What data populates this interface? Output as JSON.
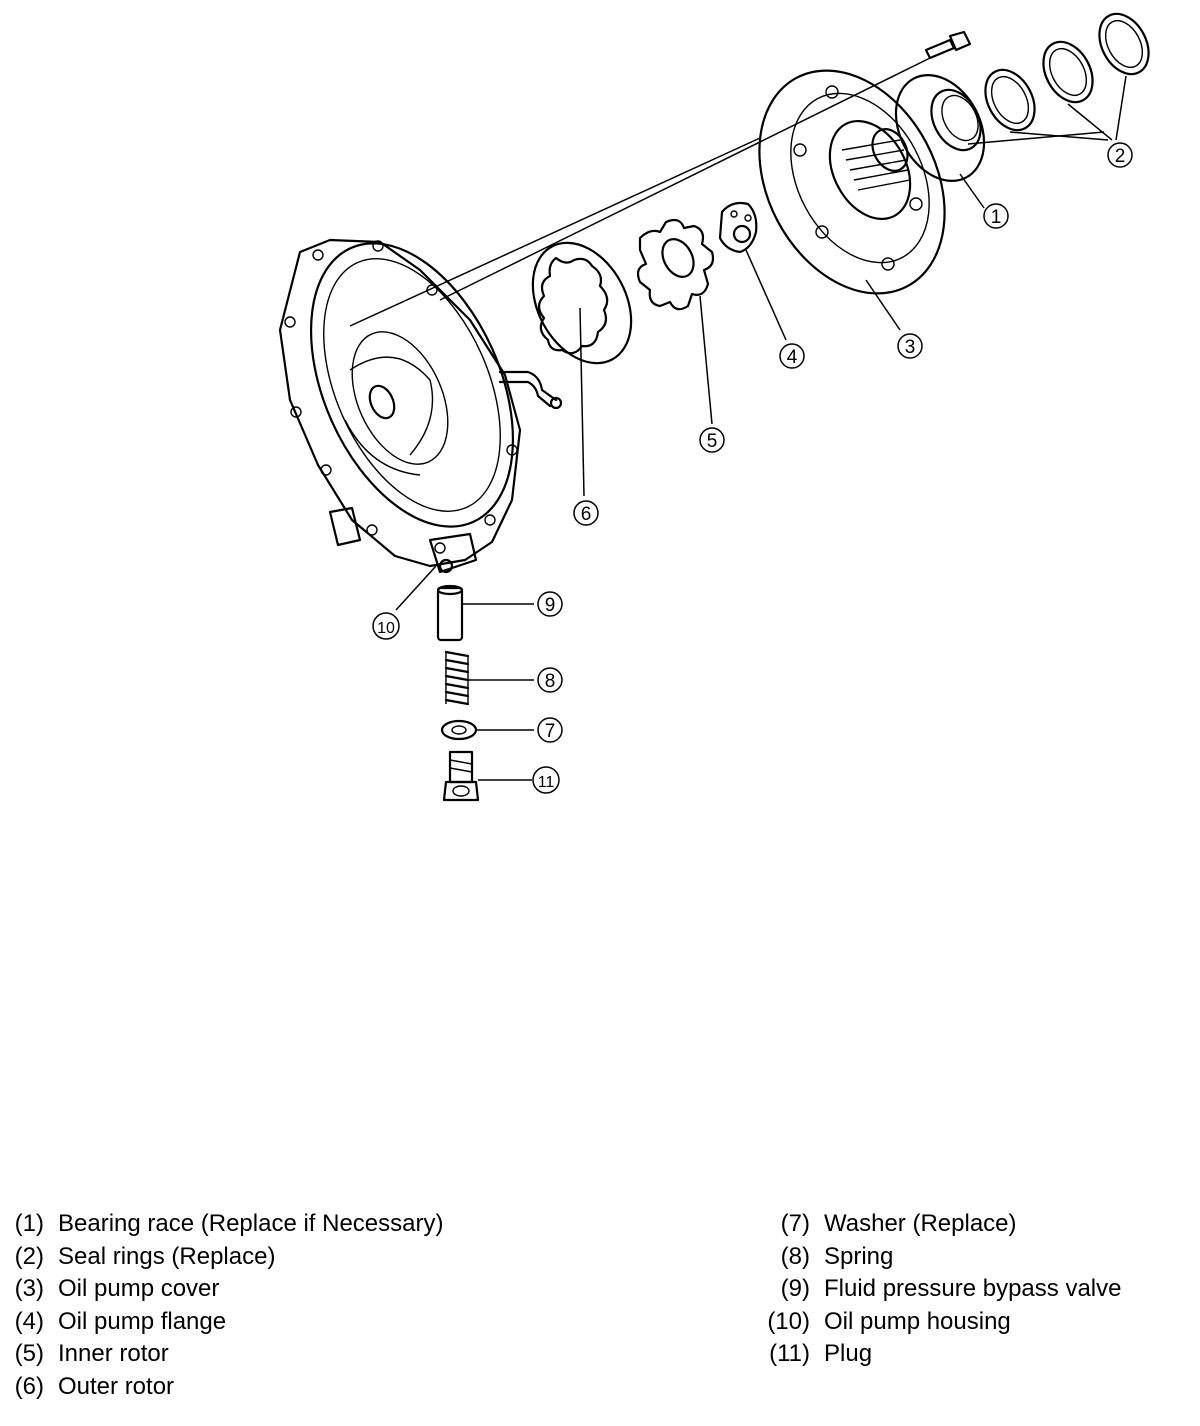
{
  "callouts": [
    "1",
    "2",
    "3",
    "4",
    "5",
    "6",
    "7",
    "8",
    "9",
    "10",
    "11"
  ],
  "legend_left": [
    {
      "num": "(1)",
      "text": "Bearing race (Replace if Necessary)"
    },
    {
      "num": "(2)",
      "text": "Seal rings (Replace)"
    },
    {
      "num": "(3)",
      "text": "Oil pump cover"
    },
    {
      "num": "(4)",
      "text": "Oil pump flange"
    },
    {
      "num": "(5)",
      "text": "Inner rotor"
    },
    {
      "num": "(6)",
      "text": "Outer rotor"
    }
  ],
  "legend_right": [
    {
      "num": "(7)",
      "text": "Washer (Replace)"
    },
    {
      "num": "(8)",
      "text": "Spring"
    },
    {
      "num": "(9)",
      "text": "Fluid pressure bypass valve"
    },
    {
      "num": "(10)",
      "text": "Oil pump housing"
    },
    {
      "num": "(11)",
      "text": "Plug"
    }
  ]
}
